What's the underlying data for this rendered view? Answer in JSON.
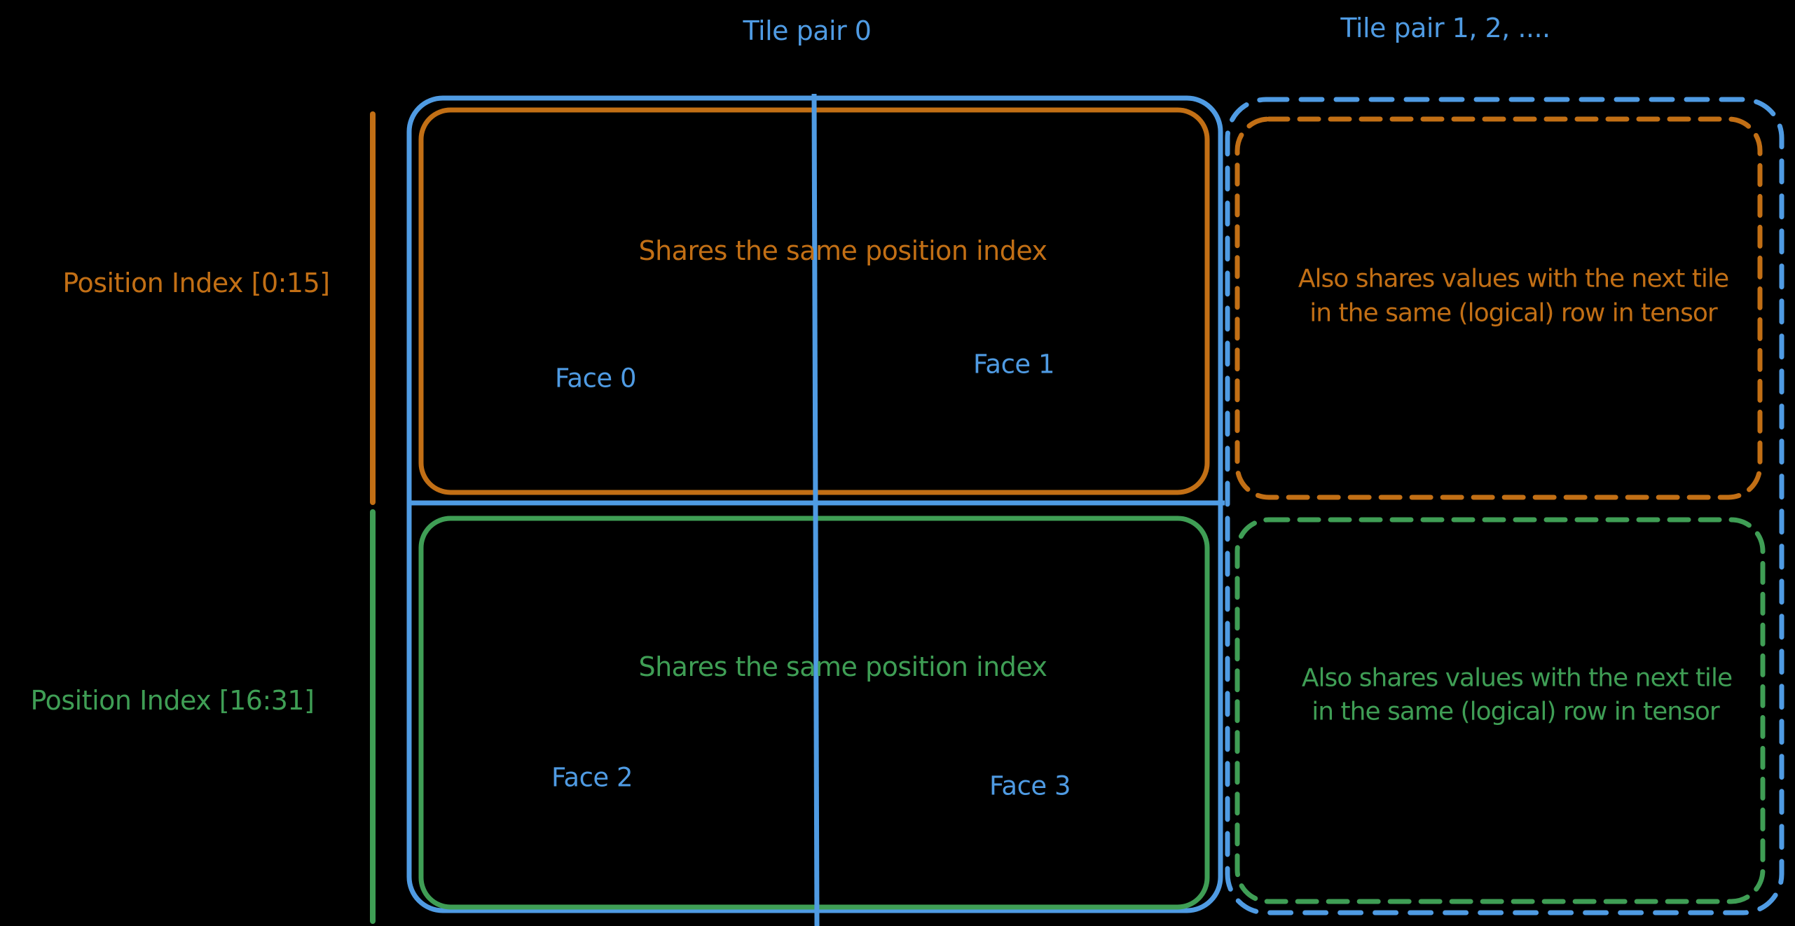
{
  "colors": {
    "background": "#000000",
    "blue": "#4f9be3",
    "orange": "#c26f15",
    "green": "#3f9e55"
  },
  "headers": {
    "tile_pair_0": "Tile pair 0",
    "tile_pair_rest": "Tile pair 1, 2, ...."
  },
  "row_labels": {
    "top": "Position Index [0:15]",
    "bottom": "Position Index [16:31]"
  },
  "tile_pair_0": {
    "top_note": "Shares the same position index",
    "bottom_note": "Shares the same position index",
    "faces": [
      "Face 0",
      "Face 1",
      "Face 2",
      "Face 3"
    ]
  },
  "tile_pair_rest": {
    "top_note_line1": "Also shares values with the next tile",
    "top_note_line2": "in the same (logical) row in tensor",
    "bottom_note_line1": "Also shares values with the next tile",
    "bottom_note_line2": "in the same (logical) row in tensor"
  }
}
